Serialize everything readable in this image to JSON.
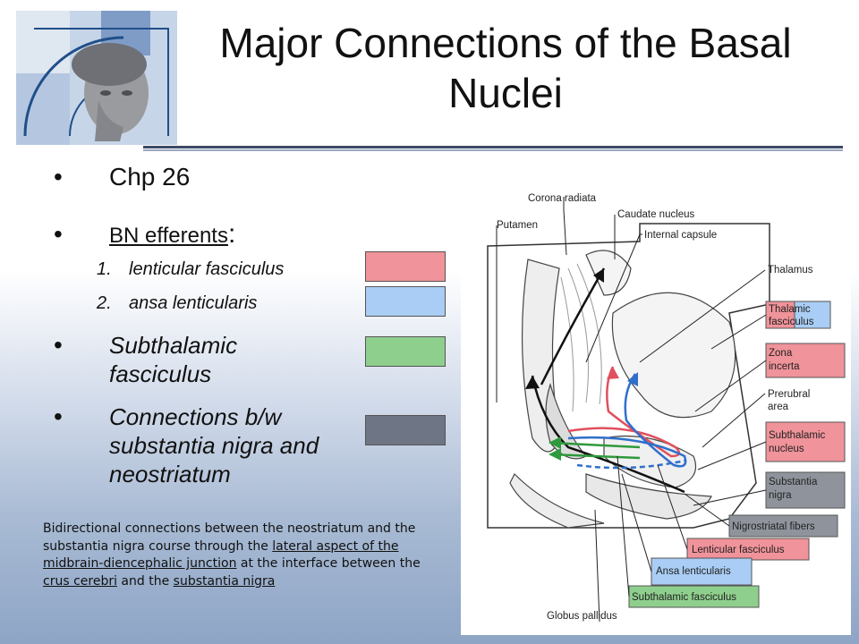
{
  "title": "Major Connections of the Basal Nuclei",
  "bullets": {
    "chp": "Chp 26",
    "efferents": "BN efferents",
    "efferents_colon": ":",
    "sub1_num": "1.",
    "sub1": "lenticular fasciculus",
    "sub2_num": "2.",
    "sub2": "ansa lenticularis",
    "subthalamic": "Subthalamic fasciculus",
    "connections": "Connections b/w substantia nigra and neostriatum"
  },
  "note": {
    "part1": "Bidirectional connections between the neostriatum and the substantia nigra course through the ",
    "link1": "lateral aspect of the midbrain-diencephalic junction",
    "part2": " at the interface between the ",
    "link2": "crus cerebri",
    "part3": " and the ",
    "link3": "substantia nigra"
  },
  "swatches": {
    "lenticular": "#f0939a",
    "ansa": "#a9cdf4",
    "subthalamic": "#8fcf8d",
    "nigrostriatal": "#6e7584"
  },
  "diagram": {
    "corona_radiata": "Corona radiata",
    "caudate_nucleus": "Caudate nucleus",
    "putamen": "Putamen",
    "internal_capsule": "Internal capsule",
    "thalamus": "Thalamus",
    "thalamic_fasciculus_a": "Thalamic",
    "thalamic_fasciculus_b": "fasciculus",
    "zona_incerta_a": "Zona",
    "zona_incerta_b": "incerta",
    "prerubral_a": "Prerubral",
    "prerubral_b": "area",
    "subthalamic_nucleus_a": "Subthalamic",
    "subthalamic_nucleus_b": "nucleus",
    "substantia_nigra_a": "Substantia",
    "substantia_nigra_b": "nigra",
    "nigrostriatal_fibers": "Nigrostriatal fibers",
    "lenticular_fasciculus": "Lenticular fasciculus",
    "ansa_lenticularis": "Ansa lenticularis",
    "subthalamic_fasciculus": "Subthalamic fasciculus",
    "globus_pallidus": "Globus pallidus"
  }
}
